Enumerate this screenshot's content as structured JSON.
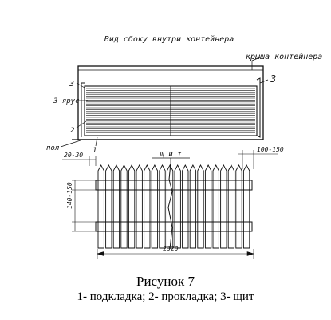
{
  "figure": {
    "view_title": "Вид сбоку внутри контейнера",
    "roof_label": "крыша контейнера",
    "marker_1": "1",
    "marker_2": "2",
    "marker_3_left": "3",
    "marker_3_right": "3",
    "label_tiers": "3 ярус",
    "label_floor": "пол",
    "label_shield": "щ и т",
    "dim_left_top": "20-30",
    "dim_right_top": "100-150",
    "dim_vertical": "140-150",
    "dim_bottom": "2320"
  },
  "caption": {
    "title": "Рисунок 7",
    "legend": "1- подкладка; 2- прокладка; 3- щит"
  }
}
